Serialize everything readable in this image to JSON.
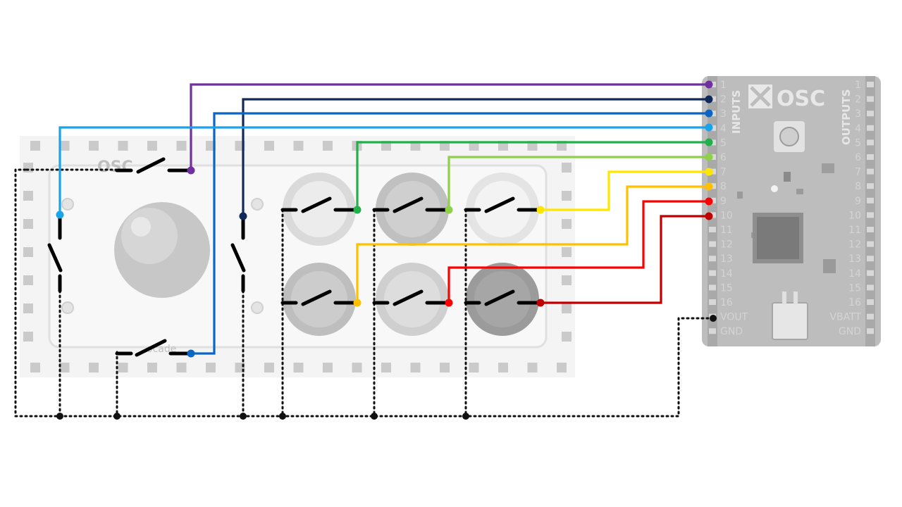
{
  "controller": {
    "logo_text": "OSC",
    "inputs_label": "INPUTS",
    "outputs_label": "OUTPUTS",
    "left_pins": [
      "1",
      "2",
      "3",
      "4",
      "5",
      "6",
      "7",
      "8",
      "9",
      "10",
      "11",
      "12",
      "13",
      "14",
      "15",
      "16",
      "VOUT",
      "GND"
    ],
    "right_pins": [
      "1",
      "2",
      "3",
      "4",
      "5",
      "6",
      "7",
      "8",
      "9",
      "10",
      "11",
      "12",
      "13",
      "14",
      "15",
      "16",
      "VBATT",
      "GND"
    ]
  },
  "panel": {
    "logo_text": "OSC",
    "brand_text": "ocade"
  },
  "wire_colors": {
    "purple": "#7030a0",
    "navy": "#102a5c",
    "blue": "#0a66c2",
    "light_blue": "#1aa3e8",
    "green": "#22b04a",
    "light_green": "#8ed04a",
    "yellow": "#ffe600",
    "orange": "#ffc000",
    "red": "#ff0000",
    "dark_red": "#c00000",
    "ground": "#111111"
  }
}
